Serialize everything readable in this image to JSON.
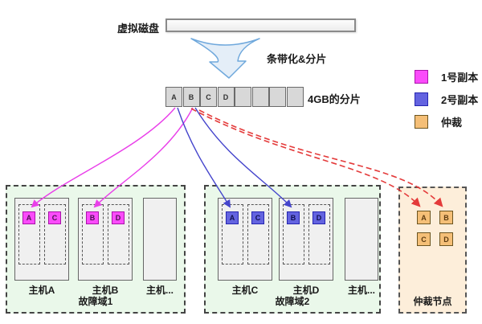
{
  "colors": {
    "replica1": {
      "fill": "#fa4bfa",
      "border": "#a913a9",
      "line": "#e93ee9",
      "text": "#4a1150"
    },
    "replica2": {
      "fill": "#6363e0",
      "border": "#2626b0",
      "line": "#4444cc",
      "text": "#10104f"
    },
    "arbiter": {
      "fill": "#f5bf77",
      "border": "#6b5420",
      "line": "#e43b3b",
      "text": "#5c3a10"
    },
    "domain_bg": "#eaf8ea",
    "arbiter_bg": "#fdeeda"
  },
  "top": {
    "disk_label": "虚拟磁盘"
  },
  "transform": {
    "label": "条带化&分片"
  },
  "shards": {
    "cells": [
      "A",
      "B",
      "C",
      "D",
      "",
      "",
      "",
      ""
    ],
    "size_label": "4GB的分片"
  },
  "legend": {
    "items": [
      {
        "label": "1号副本",
        "key": "replica1"
      },
      {
        "label": "2号副本",
        "key": "replica2"
      },
      {
        "label": "仲裁",
        "key": "arbiter"
      }
    ]
  },
  "domains": [
    {
      "name": "故障域1",
      "hosts": [
        {
          "name": "主机A",
          "shards": [
            "A",
            "C"
          ]
        },
        {
          "name": "主机B",
          "shards": [
            "B",
            "D"
          ]
        },
        {
          "name": "主机...",
          "shards": []
        }
      ]
    },
    {
      "name": "故障域2",
      "hosts": [
        {
          "name": "主机C",
          "shards": [
            "A",
            "C"
          ]
        },
        {
          "name": "主机D",
          "shards": [
            "B",
            "D"
          ]
        },
        {
          "name": "主机...",
          "shards": []
        }
      ]
    }
  ],
  "arbiter": {
    "name": "仲裁节点",
    "shards": [
      "A",
      "B",
      "C",
      "D"
    ]
  },
  "connections": [
    {
      "shard": "A",
      "target": "主机A",
      "role": "1号副本"
    },
    {
      "shard": "B",
      "target": "主机B",
      "role": "1号副本"
    },
    {
      "shard": "A",
      "target": "主机C",
      "role": "2号副本"
    },
    {
      "shard": "B",
      "target": "主机D",
      "role": "2号副本"
    },
    {
      "shard": "A",
      "target": "仲裁节点",
      "role": "仲裁"
    },
    {
      "shard": "B",
      "target": "仲裁节点",
      "role": "仲裁"
    }
  ]
}
